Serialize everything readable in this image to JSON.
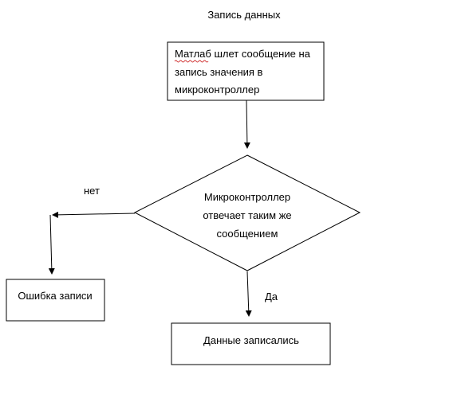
{
  "title": "Запись данных",
  "nodes": {
    "start": {
      "lines": [
        "Матлаб шлет сообщение на",
        "запись значения в",
        "микроконтроллер"
      ],
      "underlined_word": "Матлаб"
    },
    "decision": {
      "lines": [
        "Микроконтроллер",
        "отвечает таким же",
        "сообщением"
      ]
    },
    "error": {
      "lines": [
        "Ошибка записи"
      ]
    },
    "success": {
      "lines": [
        "Данные записались"
      ]
    }
  },
  "edges": {
    "no_label": "нет",
    "yes_label": "Да"
  },
  "colors": {
    "stroke": "#000000",
    "background": "#ffffff",
    "spellcheck_underline": "#d03030"
  }
}
